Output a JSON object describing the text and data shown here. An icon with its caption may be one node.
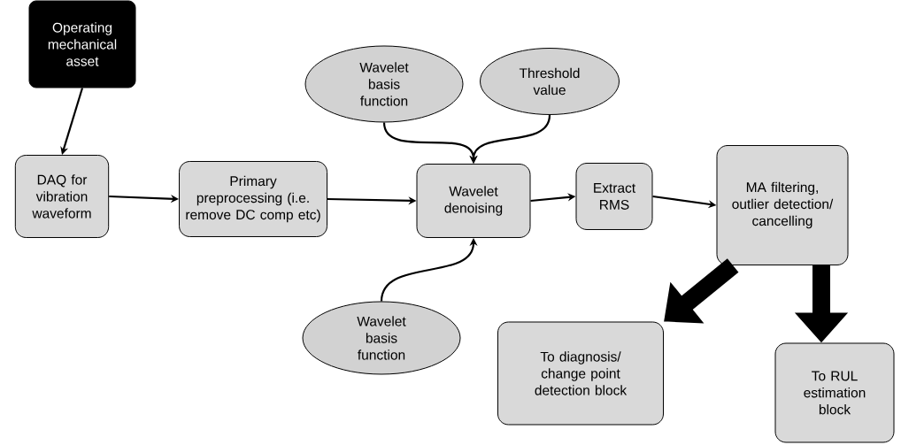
{
  "diagram": {
    "nodes": [
      {
        "text": [
          "Operating mechanical asset"
        ]
      },
      {
        "text": [
          "DAQ for vibration waveform"
        ]
      },
      {
        "text": [
          "Primary preprocessing (i.e. remove DC comp etc)"
        ]
      },
      {
        "text": [
          "Wavelet denoising"
        ]
      },
      {
        "text": [
          "Extract RMS"
        ]
      },
      {
        "text": [
          "MA filtering, outlier detection/ cancelling"
        ]
      },
      {
        "text": [
          "Wavelet basis function"
        ]
      },
      {
        "text": [
          "Threshold value"
        ]
      },
      {
        "text": [
          "Wavelet basis function"
        ]
      },
      {
        "text": [
          "To diagnosis/ change point detection block"
        ]
      },
      {
        "text": [
          "To RUL estimation block"
        ]
      }
    ],
    "edges": [
      {
        "from": 0,
        "to": 1,
        "arrow": "to"
      },
      {
        "from": 1,
        "to": 2,
        "arrow": "to"
      },
      {
        "from": 2,
        "to": 3,
        "arrow": "to"
      },
      {
        "from": 3,
        "to": 4,
        "arrow": "to"
      },
      {
        "from": 4,
        "to": 5,
        "arrow": "to"
      },
      {
        "from": 6,
        "to": 3,
        "arrow": "to"
      },
      {
        "from": 7,
        "to": 3,
        "arrow": "to"
      },
      {
        "from": 8,
        "to": 3,
        "arrow": "to"
      },
      {
        "from": 5,
        "to": 9,
        "arrow": "to",
        "style": "thick"
      },
      {
        "from": 5,
        "to": 10,
        "arrow": "to",
        "style": "thick"
      }
    ]
  }
}
